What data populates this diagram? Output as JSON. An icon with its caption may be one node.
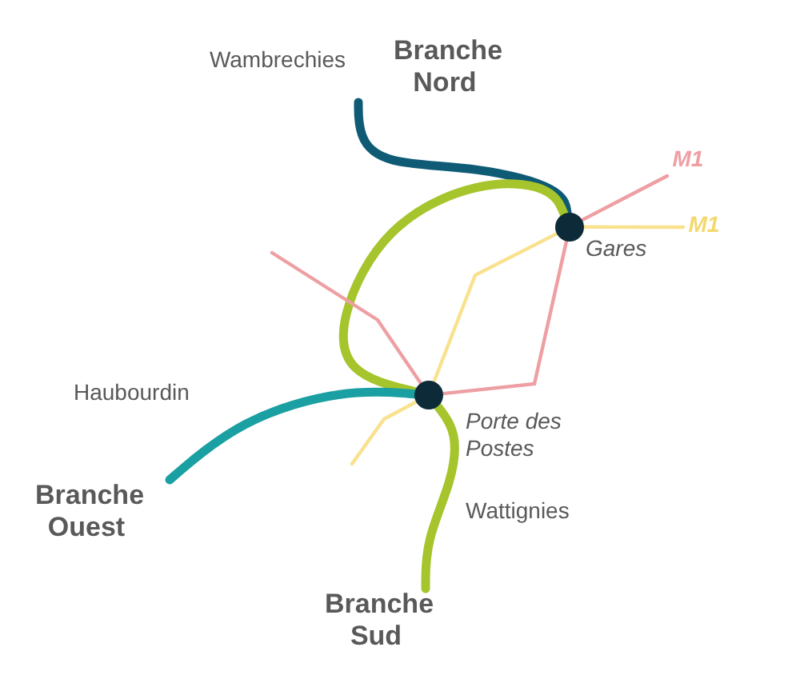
{
  "diagram": {
    "nodes": [
      {
        "text": [
          "Branche Nord"
        ],
        "beside": [
          "Wambrechies"
        ]
      },
      {
        "text": [],
        "shape": "circle",
        "beside": [
          "Gares"
        ]
      },
      {
        "text": [],
        "shape": "circle",
        "beside": [
          "Porte des Postes"
        ]
      },
      {
        "text": [
          "Branche Ouest"
        ],
        "beside": [
          "Haubourdin"
        ]
      },
      {
        "text": [
          "Branche Sud"
        ],
        "beside": [
          "Wattignies"
        ]
      },
      {
        "text": [
          "M1"
        ]
      },
      {
        "text": [
          "M1"
        ]
      }
    ],
    "edges": [
      {
        "from": 0,
        "to": 1,
        "arrow": "none",
        "style": "thick",
        "color": "#0f5b75"
      },
      {
        "from": 1,
        "to": 2,
        "arrow": "none",
        "style": "thick",
        "color": "#a6c42b"
      },
      {
        "from": 2,
        "to": 4,
        "arrow": "none",
        "style": "thick",
        "color": "#a6c42b"
      },
      {
        "from": 3,
        "to": 2,
        "arrow": "none",
        "style": "thick",
        "color": "#1aa0a2"
      },
      {
        "from": 5,
        "to": 1,
        "arrow": "none",
        "color": "#ee9fa3"
      },
      {
        "from": 1,
        "to": 2,
        "arrow": "none",
        "color": "#ee9fa3"
      },
      {
        "from": 2,
        "to": null,
        "arrow": "none",
        "color": "#ee9fa3"
      },
      {
        "from": 6,
        "to": 1,
        "arrow": "none",
        "color": "#f9e18e"
      },
      {
        "from": 1,
        "to": 2,
        "arrow": "none",
        "color": "#f9e18e"
      },
      {
        "from": 2,
        "to": null,
        "arrow": "none",
        "color": "#f9e18e"
      }
    ]
  }
}
